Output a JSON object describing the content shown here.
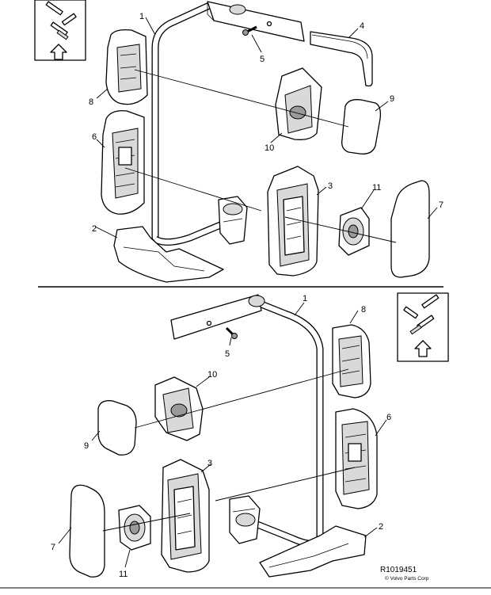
{
  "callouts": {
    "top": {
      "c1": "1",
      "c2": "2",
      "c3": "3",
      "c4": "4",
      "c5": "5",
      "c6": "6",
      "c7": "7",
      "c8": "8",
      "c9": "9",
      "c10": "10",
      "c11": "11"
    },
    "bottom": {
      "c1": "1",
      "c2": "2",
      "c3": "3",
      "c5": "5",
      "c6": "6",
      "c7": "7",
      "c8": "8",
      "c9": "9",
      "c10": "10",
      "c11": "11"
    }
  },
  "footer": {
    "reference": "R1019451",
    "copyright": "© Volvo Parts Corp"
  }
}
